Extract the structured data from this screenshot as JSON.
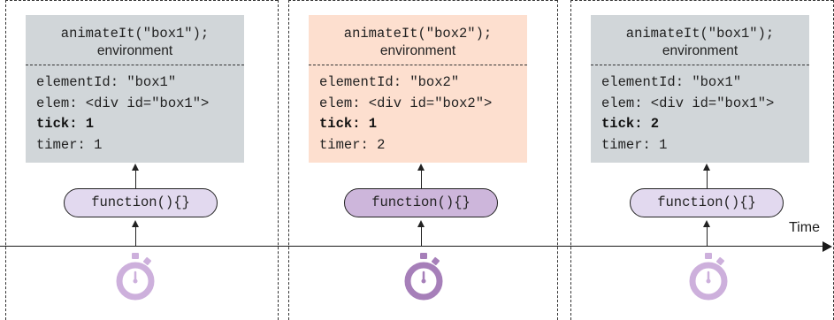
{
  "axis": {
    "label": "Time"
  },
  "colors": {
    "env_gray": "#d1d6d9",
    "env_peach": "#fddfcf",
    "fn_light": "#e2d9ef",
    "fn_dark": "#cdb6db",
    "watch_light": "#cdb0dc",
    "watch_dark": "#a67fb9"
  },
  "panels": [
    {
      "env_call": "animateIt(\"box1\");",
      "env_title": "environment",
      "lines": [
        "elementId: \"box1\"",
        "elem: <div id=\"box1\">",
        "tick: 1",
        "timer: 1"
      ],
      "function_label": "function(){}",
      "stopwatch_icon": "stopwatch-icon"
    },
    {
      "env_call": "animateIt(\"box2\");",
      "env_title": "environment",
      "lines": [
        "elementId: \"box2\"",
        "elem: <div id=\"box2\">",
        "tick: 1",
        "timer: 2"
      ],
      "function_label": "function(){}",
      "stopwatch_icon": "stopwatch-icon"
    },
    {
      "env_call": "animateIt(\"box1\");",
      "env_title": "environment",
      "lines": [
        "elementId: \"box1\"",
        "elem: <div id=\"box1\">",
        "tick: 2",
        "timer: 1"
      ],
      "function_label": "function(){}",
      "stopwatch_icon": "stopwatch-icon"
    }
  ]
}
